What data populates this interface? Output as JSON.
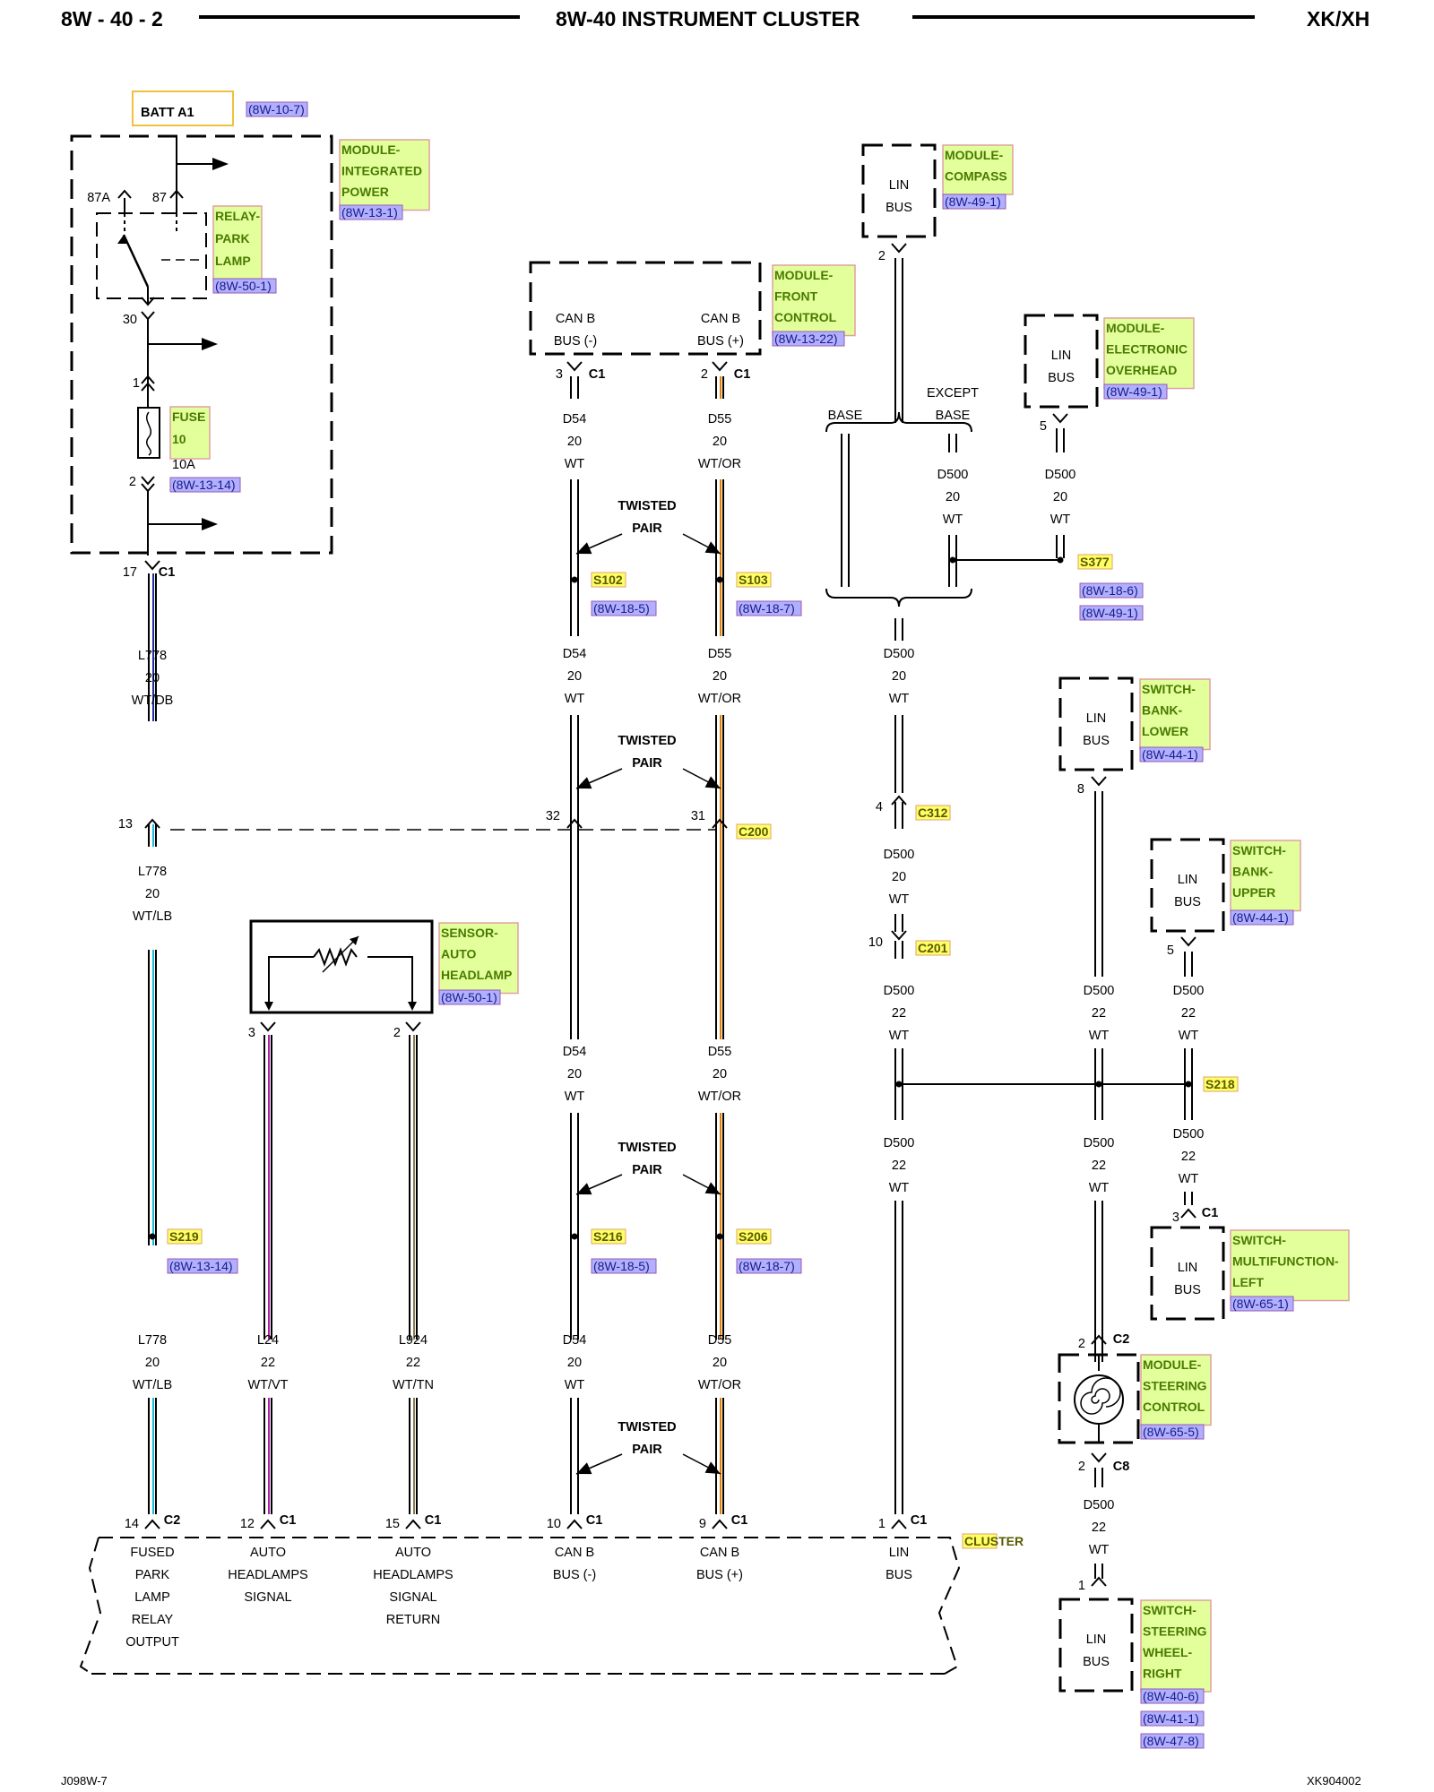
{
  "header": {
    "page": "8W - 40 - 2",
    "title": "8W-40 INSTRUMENT CLUSTER",
    "model": "XK/XH"
  },
  "footer": {
    "left": "J098W-7",
    "right": "XK904002"
  },
  "colors": {
    "wire_wt": "#000000",
    "wire_or": "#e67e00",
    "wire_db": "#1e2e9e",
    "wire_lb": "#19b9d9",
    "wire_vt": "#b01ea8",
    "wire_tn": "#8c7a50",
    "label_fill": "#e2ff9c",
    "label_border": "#e0a0a0",
    "ref_fill": "#b0b0ff",
    "splice_fill": "#ffff66",
    "batt_border": "#f0c040"
  },
  "batt": {
    "label": "BATT A1",
    "ref": "(8W-10-7)"
  },
  "tipm": {
    "title": [
      "MODULE-",
      "INTEGRATED",
      "POWER"
    ],
    "ref": "(8W-13-1)"
  },
  "relay": {
    "title": [
      "RELAY-",
      "PARK",
      "LAMP"
    ],
    "ref": "(8W-50-1)",
    "pin_87a": "87A",
    "pin_87": "87",
    "pin_30": "30"
  },
  "fuse": {
    "title": [
      "FUSE",
      "10"
    ],
    "rating": "10A",
    "ref": "(8W-13-14)",
    "pin_in": "1",
    "pin_out": "2"
  },
  "tipm_conn": {
    "pin": "17",
    "conn": "C1"
  },
  "compass": {
    "title": [
      "MODULE-",
      "COMPASS"
    ],
    "ref": "(8W-49-1)",
    "inner": [
      "LIN",
      "BUS"
    ],
    "pin": "2"
  },
  "fcm": {
    "title": [
      "MODULE-",
      "FRONT",
      "CONTROL"
    ],
    "ref": "(8W-13-22)",
    "inner_left": [
      "CAN B",
      "BUS (-)"
    ],
    "inner_right": [
      "CAN B",
      "BUS (+)"
    ],
    "pin_left": "3",
    "pin_right": "2",
    "conn": "C1"
  },
  "eom": {
    "title": [
      "MODULE-",
      "ELECTRONIC",
      "OVERHEAD"
    ],
    "ref": "(8W-49-1)",
    "inner": [
      "LIN",
      "BUS"
    ],
    "pin": "5"
  },
  "base": {
    "base": "BASE",
    "except": [
      "EXCEPT",
      "BASE"
    ]
  },
  "sw_lower": {
    "title": [
      "SWITCH-",
      "BANK-",
      "LOWER"
    ],
    "ref": "(8W-44-1)",
    "inner": [
      "LIN",
      "BUS"
    ],
    "pin": "8"
  },
  "sw_upper": {
    "title": [
      "SWITCH-",
      "BANK-",
      "UPPER"
    ],
    "ref": "(8W-44-1)",
    "inner": [
      "LIN",
      "BUS"
    ],
    "pin": "5"
  },
  "sw_mfl": {
    "title": [
      "SWITCH-",
      "MULTIFUNCTION-",
      "LEFT"
    ],
    "ref": "(8W-65-1)",
    "inner": [
      "LIN",
      "BUS"
    ],
    "pin": "3",
    "conn": "C1"
  },
  "scm": {
    "title": [
      "MODULE-",
      "STEERING",
      "CONTROL"
    ],
    "ref": "(8W-65-5)",
    "pin_top": "2",
    "conn_top": "C2",
    "pin_bottom": "2",
    "conn_bottom": "C8"
  },
  "sw_swr": {
    "title": [
      "SWITCH-",
      "STEERING",
      "WHEEL-",
      "RIGHT"
    ],
    "refs": [
      "(8W-40-6)",
      "(8W-41-1)",
      "(8W-47-8)"
    ],
    "inner": [
      "LIN",
      "BUS"
    ],
    "pin": "1"
  },
  "sensor": {
    "title": [
      "SENSOR-",
      "AUTO",
      "HEADLAMP"
    ],
    "ref": "(8W-50-1)",
    "pin_left": "3",
    "pin_right": "2"
  },
  "twisted": [
    "TWISTED",
    "PAIR"
  ],
  "wires": {
    "l778_db": [
      "L778",
      "20",
      "WT/DB"
    ],
    "l778_lb": [
      "L778",
      "20",
      "WT/LB"
    ],
    "l778_lb2": [
      "L778",
      "20",
      "WT/LB"
    ],
    "l24": [
      "L24",
      "22",
      "WT/VT"
    ],
    "l924": [
      "L924",
      "22",
      "WT/TN"
    ],
    "d54": [
      "D54",
      "20",
      "WT"
    ],
    "d55": [
      "D55",
      "20",
      "WT/OR"
    ],
    "d500_20": [
      "D500",
      "20",
      "WT"
    ],
    "d500_22": [
      "D500",
      "22",
      "WT"
    ]
  },
  "splices": {
    "s102": "S102",
    "s103": "S103",
    "s377": "S377",
    "s216": "S216",
    "s206": "S206",
    "s219": "S219",
    "s218": "S218"
  },
  "splice_refs": {
    "s102": "(8W-18-5)",
    "s103": "(8W-18-7)",
    "s377": [
      "(8W-18-6)",
      "(8W-49-1)"
    ],
    "s216": "(8W-18-5)",
    "s206": "(8W-18-7)",
    "s219": "(8W-13-14)"
  },
  "connectors": {
    "c200": "C200",
    "c312": "C312",
    "c201": "C201",
    "c200_left": "13",
    "c200_d54": "32",
    "c200_d55": "31",
    "c312_pin": "4",
    "c201_pin": "10"
  },
  "cluster": {
    "label": "CLUSTER",
    "pins": [
      {
        "pin": "14",
        "conn": "C2",
        "label": [
          "FUSED",
          "PARK",
          "LAMP",
          "RELAY",
          "OUTPUT"
        ]
      },
      {
        "pin": "12",
        "conn": "C1",
        "label": [
          "AUTO",
          "HEADLAMPS",
          "SIGNAL"
        ]
      },
      {
        "pin": "15",
        "conn": "C1",
        "label": [
          "AUTO",
          "HEADLAMPS",
          "SIGNAL",
          "RETURN"
        ]
      },
      {
        "pin": "10",
        "conn": "C1",
        "label": [
          "CAN B",
          "BUS (-)"
        ]
      },
      {
        "pin": "9",
        "conn": "C1",
        "label": [
          "CAN B",
          "BUS (+)"
        ]
      },
      {
        "pin": "1",
        "conn": "C1",
        "label": [
          "LIN",
          "BUS"
        ]
      }
    ]
  }
}
